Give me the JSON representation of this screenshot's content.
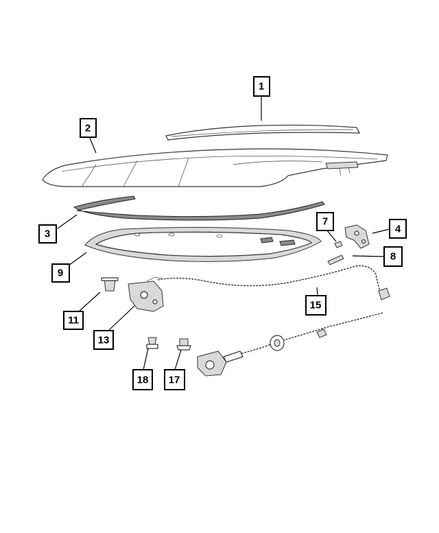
{
  "diagram": {
    "callouts": [
      {
        "id": "c1",
        "label": "1"
      },
      {
        "id": "c2",
        "label": "2"
      },
      {
        "id": "c3",
        "label": "3"
      },
      {
        "id": "c4",
        "label": "4"
      },
      {
        "id": "c7",
        "label": "7"
      },
      {
        "id": "c8",
        "label": "8"
      },
      {
        "id": "c9",
        "label": "9"
      },
      {
        "id": "c11",
        "label": "11"
      },
      {
        "id": "c13",
        "label": "13"
      },
      {
        "id": "c15",
        "label": "15"
      },
      {
        "id": "c17",
        "label": "17"
      },
      {
        "id": "c18",
        "label": "18"
      }
    ]
  }
}
